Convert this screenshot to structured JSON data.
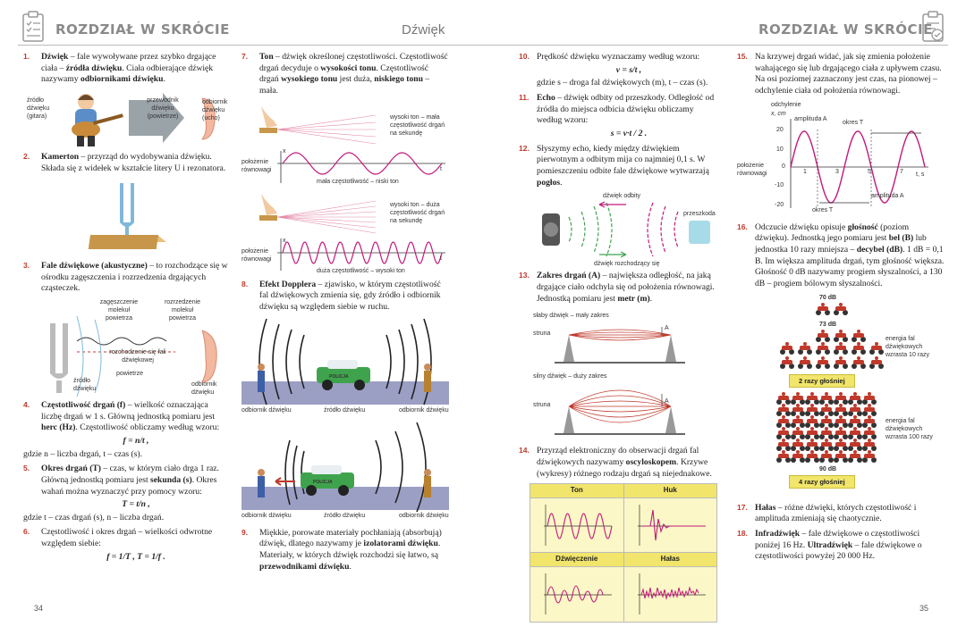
{
  "header": {
    "left_title": "ROZDZIAŁ W SKRÓCIE",
    "center_title": "Dźwięk",
    "right_title": "ROZDZIAŁ W SKRÓCIE"
  },
  "pages": {
    "left": "34",
    "right": "35"
  },
  "col1": {
    "i1_num": "1.",
    "i1_a": "Dźwięk",
    "i1_b": " – fale wywoływane przez szybko drgające ciała – ",
    "i1_c": "źródła dźwięku",
    "i1_d": ". Ciała odbierające dźwięk nazywamy ",
    "i1_e": "odbiornikami dźwięku",
    "i1_f": ".",
    "fig1_src": "źródło dźwięku (gitara)",
    "fig1_mid": "przewodnik dźwięku (powietrze)",
    "fig1_rcv": "odbiornik dźwięku (ucho)",
    "i2_num": "2.",
    "i2_a": "Kamerton",
    "i2_b": " – przyrząd do wydobywania dźwięku. Składa się z widełek w kształcie litery U i rezonatora.",
    "i3_num": "3.",
    "i3_a": "Fale dźwiękowe (akustyczne)",
    "i3_b": " – to rozchodzące się w ośrodku zagęszczenia i rozrzedzenia drgających cząsteczek.",
    "fig3_zag": "zagęszczenie molekuł powietrza",
    "fig3_roz": "rozrzedzenie molekuł powietrza",
    "fig3_fala": "rozchodzenie się fali dźwiękowej",
    "fig3_pow": "powietrze",
    "fig3_src": "źródło dźwięku",
    "fig3_rcv": "odbiornik dźwięku",
    "i4_num": "4.",
    "i4_a": "Częstotliwość drgań (f)",
    "i4_b": " – wielkość oznaczająca liczbę drgań w 1 s. Główną jednostką pomiaru jest ",
    "i4_c": "herc (Hz)",
    "i4_d": ". Częstotliwość obliczamy według wzoru:",
    "i4_formula": "f = n/t ,",
    "i4_where": "gdzie n – liczba drgań, t – czas (s).",
    "i5_num": "5.",
    "i5_a": "Okres drgań (T)",
    "i5_b": " – czas, w którym ciało drga 1 raz. Główną jednostką pomiaru jest ",
    "i5_c": "sekunda (s)",
    "i5_d": ". Okres wahań można wyznaczyć przy pomocy wzoru:",
    "i5_formula": "T = t/n ,",
    "i5_where": "gdzie t – czas drgań (s), n – liczba drgań.",
    "i6_num": "6.",
    "i6_text": "Częstotliwość i okres drgań – wielkości odwrotne względem siebie:",
    "i6_formula": "f = 1/T ,  T = 1/f ."
  },
  "col2": {
    "i7_num": "7.",
    "i7_a": "Ton",
    "i7_b": " – dźwięk określonej częstotliwości. Częstotliwość drgań decyduje o ",
    "i7_c": "wysokości tonu",
    "i7_d": ". Częstotliwość drgań ",
    "i7_e": "wysokiego tonu",
    "i7_f": " jest duża, ",
    "i7_g": "niskiego tonu",
    "i7_h": " – mała.",
    "w1_label": "wysoki ton – mała częstotliwość drgań na sekundę",
    "w1_pos": "położenie równowagi",
    "w1_caption": "mała częstotliwość – niski ton",
    "w2_label": "wysoki ton – duża częstotliwość drgań na sekundę",
    "w2_pos": "położenie równowagi",
    "w2_caption": "duża częstotliwość – wysoki ton",
    "axis_x": "x",
    "axis_t": "t",
    "i8_num": "8.",
    "i8_a": "Efekt Dopplera",
    "i8_b": " – zjawisko, w którym częstotliwość fal dźwiękowych zmienia się, gdy źródło i odbiornik dźwięku są względem siebie w ruchu.",
    "d1_rcv_l": "odbiornik dźwięku",
    "d1_src": "źródło dźwięku",
    "d1_rcv_r": "odbiornik dźwięku",
    "police": "POLICJA",
    "d2_rcv_l": "odbiornik dźwięku",
    "d2_src": "źródło dźwięku",
    "d2_rcv_r": "odbiornik dźwięku",
    "i9_num": "9.",
    "i9_a": "Miękkie, porowate materiały pochłaniają (absorbują) dźwięk, dlatego nazywamy je ",
    "i9_b": "izolatorami dźwięku",
    "i9_c": ". Materiały, w których dźwięk rozchodzi się łatwo, są ",
    "i9_d": "przewodnikami dźwięku",
    "i9_e": "."
  },
  "col3": {
    "i10_num": "10.",
    "i10_text": "Prędkość dźwięku wyznaczamy według wzoru:",
    "i10_formula": "v = s/t ,",
    "i10_where": "gdzie s – droga fal dźwiękowych (m), t – czas (s).",
    "i11_num": "11.",
    "i11_a": "Echo",
    "i11_b": " – dźwięk odbity od przeszkody. Odległość od źródła do miejsca odbicia dźwięku obliczamy według wzoru:",
    "i11_formula": "s = v·t / 2 .",
    "i12_num": "12.",
    "i12_a": "Słyszymy echo, kiedy między dźwiękiem pierwotnym a odbitym mija co najmniej 0,1 s. W pomieszczeniu odbite fale dźwiękowe wytwarzają ",
    "i12_b": "pogłos",
    "i12_c": ".",
    "echo_odb": "dźwięk odbity",
    "echo_roz": "dźwięk rozchodzący się",
    "echo_prz": "przeszkoda",
    "i13_num": "13.",
    "i13_a": "Zakres drgań (A)",
    "i13_b": " – największa odległość, na jaką drgające ciało odchyla się od położenia równowagi. Jednostką pomiaru jest ",
    "i13_c": "metr (m)",
    "i13_d": ".",
    "s1_label": "słaby dźwięk – mały zakres",
    "s2_label": "silny dźwięk – duży zakres",
    "struna": "struna",
    "amp": "A",
    "i14_num": "14.",
    "i14_a": "Przyrząd elektroniczny do obserwacji drgań fal dźwiękowych nazywamy ",
    "i14_b": "oscyloskopem",
    "i14_c": ". Krzywe (wykresy) różnego rodzaju drgań są niejednakowe.",
    "osc": [
      "Ton",
      "Huk",
      "Dźwięczenie",
      "Hałas"
    ]
  },
  "col4": {
    "i15_num": "15.",
    "i15_text": "Na krzywej drgań widać, jak się zmienia położenie wahającego się lub drgającego ciała z upływem czasu. Na osi poziomej zaznaczony jest czas, na pionowej – odchylenie ciała od położenia równowagi.",
    "g_ylabel1": "odchylenie",
    "g_ylabel2": "x, cm",
    "g_amp_top": "amplituda A",
    "g_okres_top": "okres T",
    "g_pos": "położenie równowagi",
    "g_okres_bot": "okres T",
    "g_amp_bot": "amplituda A",
    "g_t": "t, s",
    "g_yticks": [
      "20",
      "10",
      "0",
      "-10",
      "-20"
    ],
    "g_xticks": [
      "1",
      "3",
      "5",
      "7"
    ],
    "i16_num": "16.",
    "i16_a": "Odczucie dźwięku opisuje ",
    "i16_b": "głośność",
    "i16_c": " (poziom dźwięku). Jednostką jego pomiaru jest ",
    "i16_d": "bel (B)",
    "i16_e": " lub jednostka 10 razy mniejsza – ",
    "i16_f": "decybel (dB)",
    "i16_g": ". 1 dB = 0,1 B. Im większa amplituda drgań, tym głośność większa. Głośność 0 dB nazywamy progiem słyszalności, a 130 dB – progiem bólowym słyszalności.",
    "db70": "70 dB",
    "db73": "73 dB",
    "db90": "90 dB",
    "energy10": "energia fal dźwiękowych wzrasta 10 razy",
    "energy100": "energia fal dźwiękowych wzrasta 100 razy",
    "louder2": "2 razy głośniej",
    "louder4": "4 razy głośniej",
    "i17_num": "17.",
    "i17_a": "Hałas",
    "i17_b": " – różne dźwięki, których częstotliwość i amplituda zmieniają się chaotycznie.",
    "i18_num": "18.",
    "i18_a": "Infradźwięk",
    "i18_b": " – fale dźwiękowe o częstotliwości poniżej 16 Hz. ",
    "i18_c": "Ultradźwięk",
    "i18_d": " – fale dźwiękowe o częstotliwości powyżej 20 000 Hz."
  },
  "colors": {
    "accent": "#c0392b",
    "wave": "#c2187a",
    "yellow": "#f1e56b"
  }
}
